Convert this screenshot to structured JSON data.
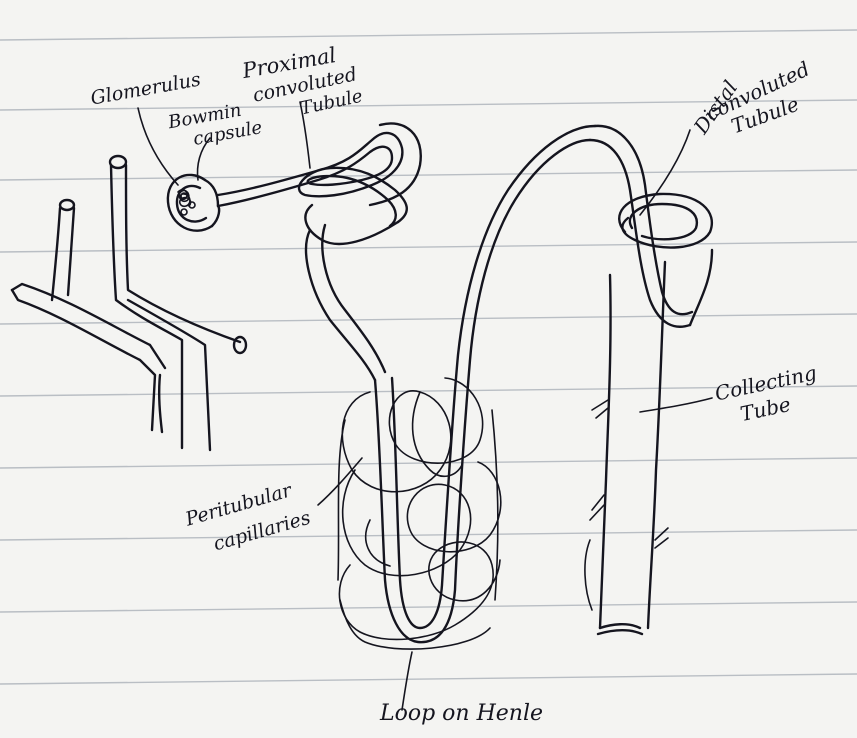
{
  "diagram": {
    "labels": {
      "glomerulus": "Glomerulus",
      "bowman_line1": "Bowmin",
      "bowman_line2": "capsule",
      "pct_line1": "Proximal",
      "pct_line2": "convoluted",
      "pct_line3": "Tubule",
      "dct_line1": "Distal",
      "dct_line2": "convoluted",
      "dct_line3": "Tubule",
      "collecting_line1": "Collecting",
      "collecting_line2": "Tube",
      "peritubular_line1": "Peritubular",
      "peritubular_line2": "capillaries",
      "loop": "Loop on Henle"
    },
    "colors": {
      "ink": "#15151f",
      "paper": "#f4f4f2",
      "rules": "#b9bec4"
    }
  }
}
